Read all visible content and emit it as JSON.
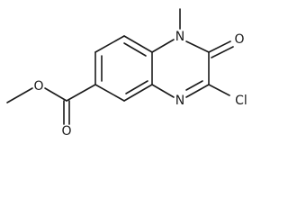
{
  "molecule": {
    "atoms": {
      "methyl_n": "",
      "n1": "N",
      "o_carbonyl": "O",
      "n4": "N",
      "cl": "Cl",
      "o_ester_single": "O",
      "o_ester_double": "O"
    }
  }
}
